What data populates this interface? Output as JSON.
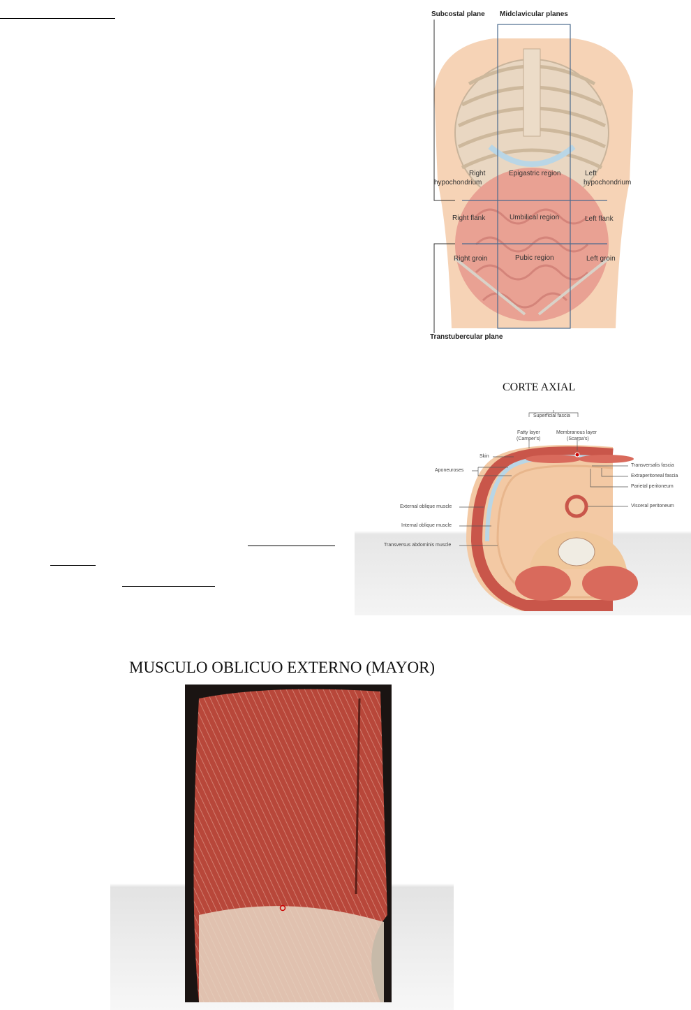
{
  "figure1": {
    "labels": {
      "subcostal": "Subcostal plane",
      "midclavicular": "Midclavicular planes",
      "right_hypo_1": "Right",
      "right_hypo_2": "hypochondrium",
      "epigastric": "Epigastric region",
      "left_hypo_1": "Left",
      "left_hypo_2": "hypochondrium",
      "right_flank": "Right flank",
      "umbilical": "Umbilical region",
      "left_flank": "Left flank",
      "right_groin": "Right groin",
      "pubic": "Pubic region",
      "left_groin": "Left groin",
      "transtubercular": "Transtubercular plane"
    }
  },
  "figure2": {
    "title": "CORTE AXIAL",
    "labels": {
      "superficial_fascia": "Superficial fascia",
      "fatty_1": "Fatty layer",
      "fatty_2": "(Camper's)",
      "membranous_1": "Membranous layer",
      "membranous_2": "(Scarpa's)",
      "skin": "Skin",
      "aponeuroses": "Aponeuroses",
      "transversalis": "Transversalis fascia",
      "extraperitoneal": "Extraperitoneal fascia",
      "parietal": "Parietal peritoneum",
      "visceral": "Visceral peritoneum",
      "external_oblique": "External oblique muscle",
      "internal_oblique": "Internal oblique muscle",
      "transversus": "Transversus abdominis muscle"
    }
  },
  "figure3": {
    "title": "MUSCULO OBLICUO EXTERNO (MAYOR)"
  },
  "colors": {
    "muscle": "#c9564a",
    "skin": "#f3c9a4",
    "fascia": "#b9d6e6"
  }
}
